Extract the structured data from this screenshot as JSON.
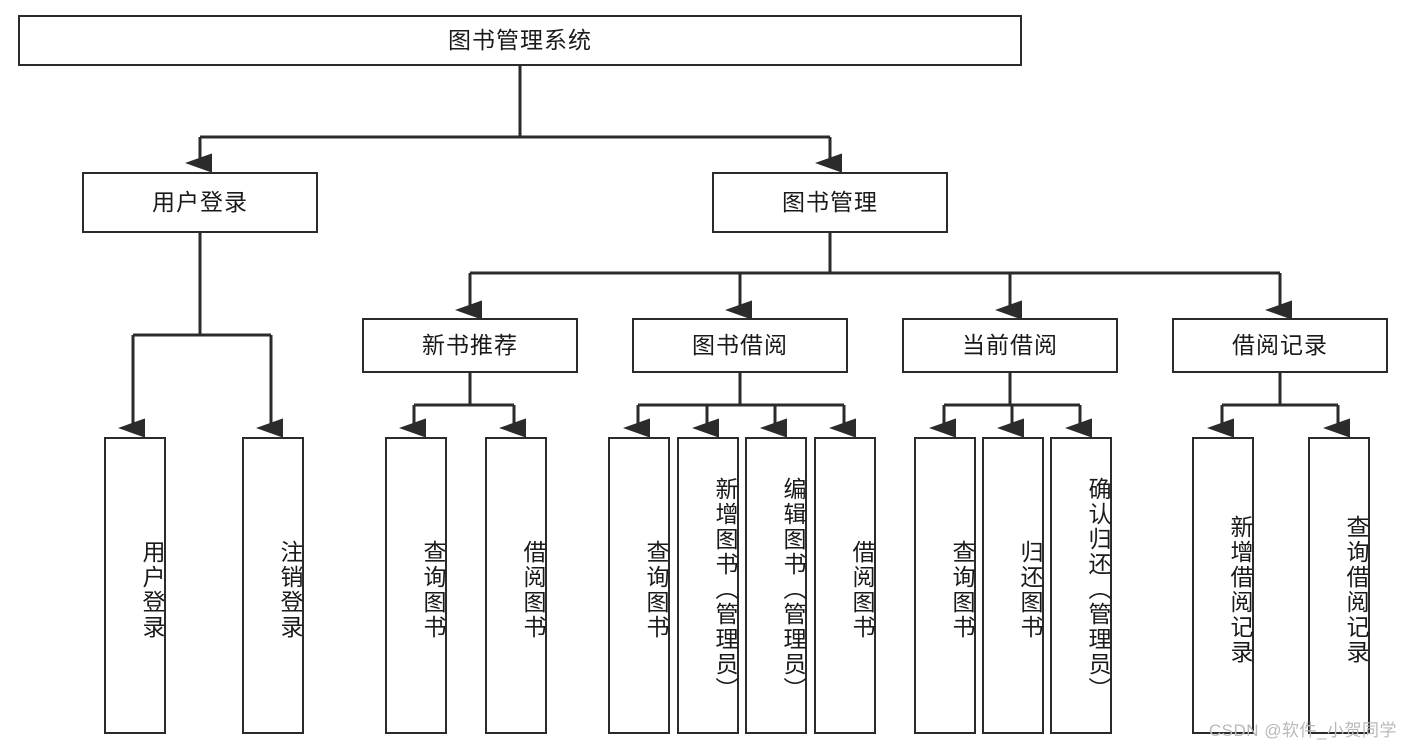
{
  "diagram": {
    "title": "图书管理系统",
    "watermark": "CSDN @软件_小贺同学",
    "type": "tree-hierarchy-diagram",
    "colors": {
      "box_border": "#2b2b2b",
      "box_fill": "#ffffff",
      "connector": "#2b2b2b",
      "text": "#1a1a1a",
      "watermark": "#b9b9b9"
    },
    "root": {
      "id": "root",
      "label": "图书管理系统",
      "orientation": "horizontal"
    },
    "level1": [
      {
        "id": "user-login",
        "label": "用户登录",
        "orientation": "horizontal"
      },
      {
        "id": "book-management",
        "label": "图书管理",
        "orientation": "horizontal"
      }
    ],
    "level2": [
      {
        "id": "new-book-recommend",
        "label": "新书推荐",
        "orientation": "horizontal",
        "parent": "book-management"
      },
      {
        "id": "book-borrow",
        "label": "图书借阅",
        "orientation": "horizontal",
        "parent": "book-management"
      },
      {
        "id": "current-borrow",
        "label": "当前借阅",
        "orientation": "horizontal",
        "parent": "book-management"
      },
      {
        "id": "borrow-record",
        "label": "借阅记录",
        "orientation": "horizontal",
        "parent": "book-management"
      }
    ],
    "leaves": [
      {
        "id": "leaf-user-login",
        "label": "用户登录",
        "orientation": "vertical",
        "parent": "user-login"
      },
      {
        "id": "leaf-logout-login",
        "label": "注销登录",
        "orientation": "vertical",
        "parent": "user-login"
      },
      {
        "id": "leaf-query-book-1",
        "label": "查询图书",
        "orientation": "vertical",
        "parent": "new-book-recommend"
      },
      {
        "id": "leaf-borrow-book-1",
        "label": "借阅图书",
        "orientation": "vertical",
        "parent": "new-book-recommend"
      },
      {
        "id": "leaf-query-book-2",
        "label": "查询图书",
        "orientation": "vertical",
        "parent": "book-borrow"
      },
      {
        "id": "leaf-add-book",
        "label": "新增图书（管理员）",
        "orientation": "vertical",
        "parent": "book-borrow"
      },
      {
        "id": "leaf-edit-book",
        "label": "编辑图书（管理员）",
        "orientation": "vertical",
        "parent": "book-borrow"
      },
      {
        "id": "leaf-borrow-book-2",
        "label": "借阅图书",
        "orientation": "vertical",
        "parent": "book-borrow"
      },
      {
        "id": "leaf-query-book-3",
        "label": "查询图书",
        "orientation": "vertical",
        "parent": "current-borrow"
      },
      {
        "id": "leaf-return-book",
        "label": "归还图书",
        "orientation": "vertical",
        "parent": "current-borrow"
      },
      {
        "id": "leaf-confirm-return",
        "label": "确认归还（管理员）",
        "orientation": "vertical",
        "parent": "current-borrow"
      },
      {
        "id": "leaf-add-record",
        "label": "新增借阅记录",
        "orientation": "vertical",
        "parent": "borrow-record"
      },
      {
        "id": "leaf-query-record",
        "label": "查询借阅记录",
        "orientation": "vertical",
        "parent": "borrow-record"
      }
    ]
  }
}
